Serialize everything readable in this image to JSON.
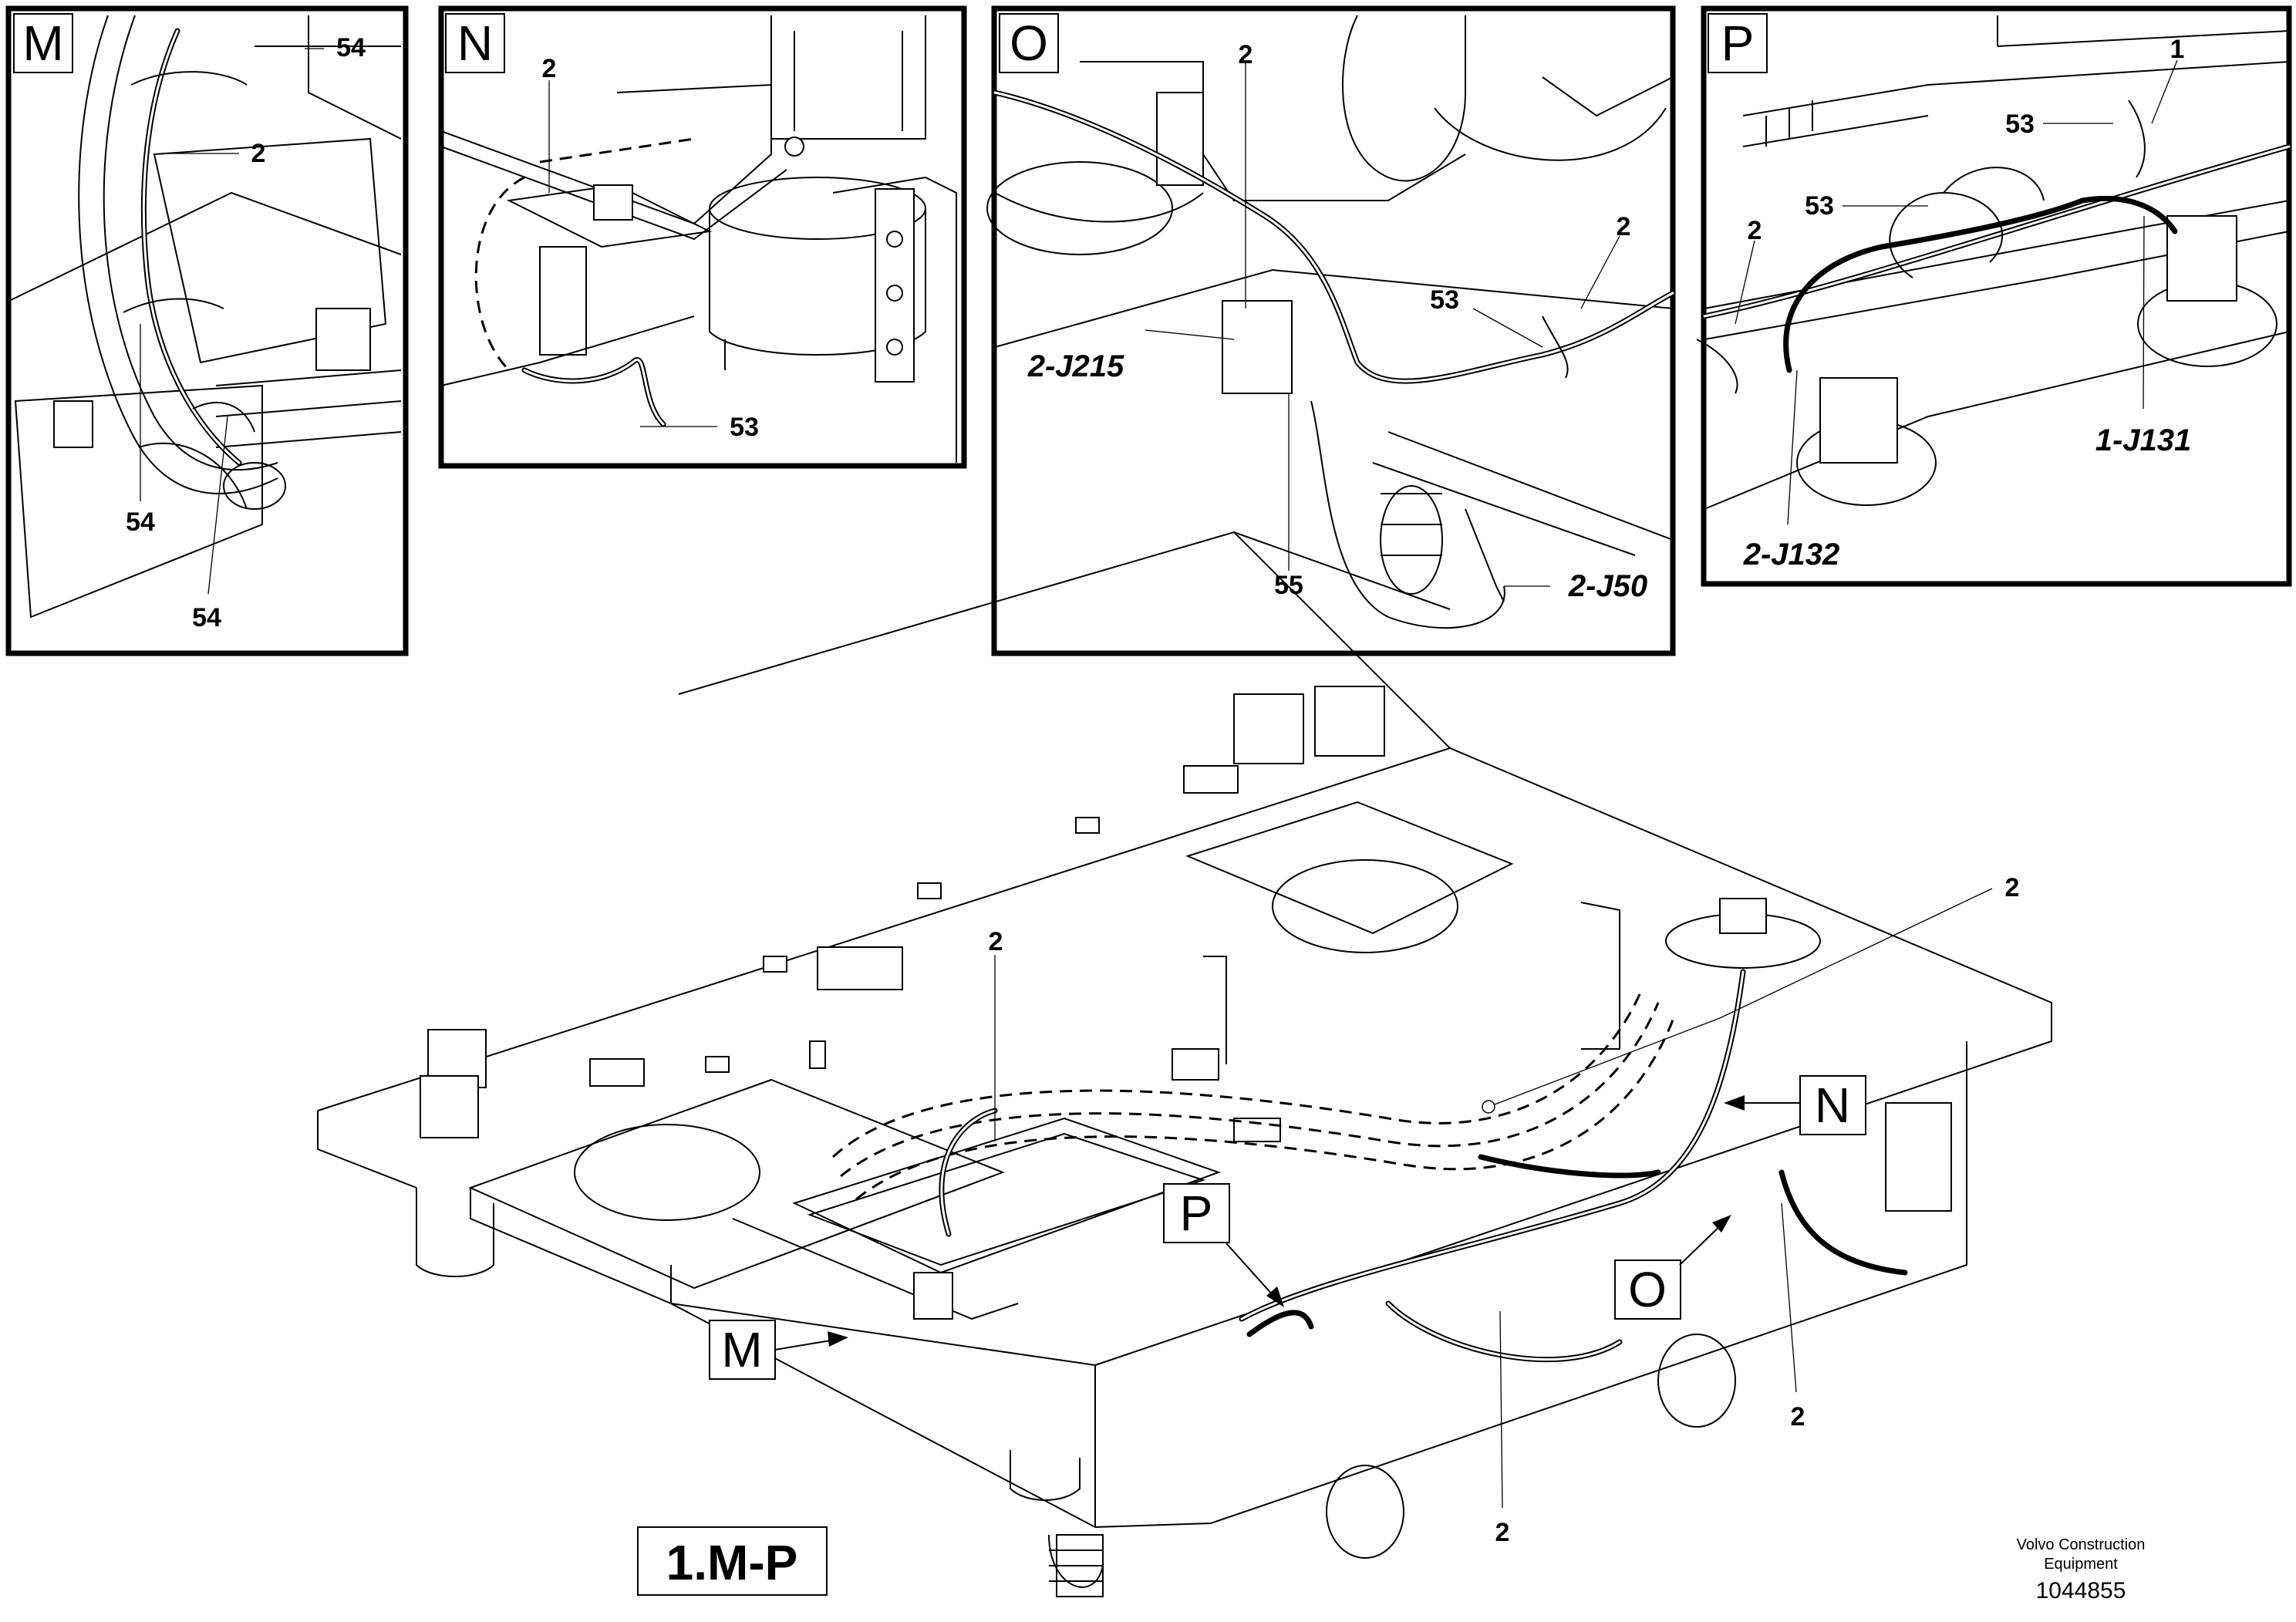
{
  "document": {
    "figure_ref": "1.M-P",
    "publisher": "Volvo Construction Equipment",
    "drawing_number": "1044855"
  },
  "detail_views": {
    "M": {
      "letter": "M",
      "labels": [
        "54",
        "2",
        "54",
        "54"
      ]
    },
    "N": {
      "letter": "N",
      "labels": [
        "2",
        "53"
      ]
    },
    "O": {
      "letter": "O",
      "labels": [
        "2",
        "2-J215",
        "2",
        "53",
        "55",
        "2-J50"
      ]
    },
    "P": {
      "letter": "P",
      "labels": [
        "1",
        "53",
        "53",
        "2",
        "1-J131",
        "2-J132"
      ]
    }
  },
  "main_view": {
    "callouts": [
      "N",
      "P",
      "O",
      "M"
    ],
    "labels": [
      "2",
      "2",
      "2",
      "2"
    ]
  }
}
